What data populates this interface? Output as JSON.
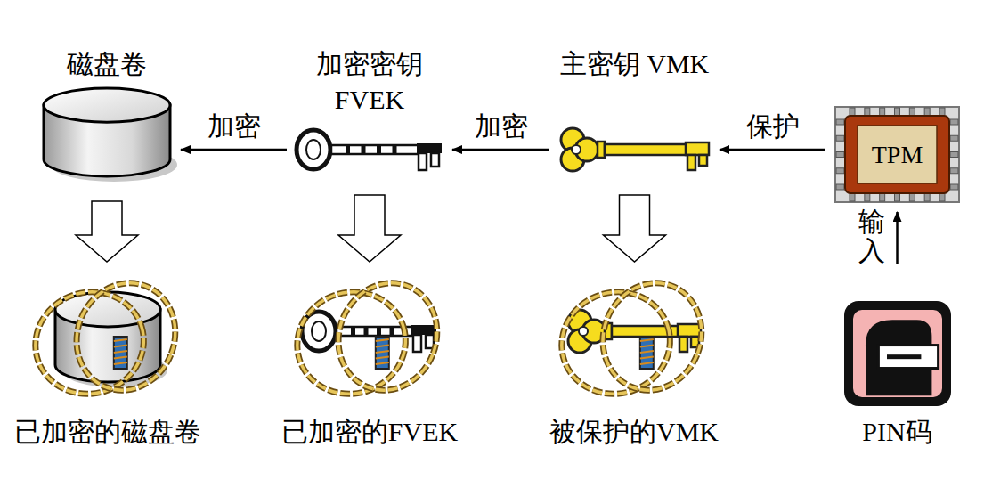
{
  "diagram": {
    "nodes": [
      {
        "text": [
          "磁盘卷"
        ]
      },
      {
        "text": [
          "加密密钥 FVEK"
        ]
      },
      {
        "text": [
          "主密钥 VMK"
        ]
      },
      {
        "text": [
          "TPM"
        ]
      },
      {
        "text": [
          "已加密的磁盘卷"
        ]
      },
      {
        "text": [
          "已加密的FVEK"
        ]
      },
      {
        "text": [
          "被保护的VMK"
        ]
      },
      {
        "text": [
          "PIN码"
        ]
      }
    ],
    "edges": [
      {
        "from": 1,
        "to": 0,
        "label": "加密",
        "arrow": "to"
      },
      {
        "from": 2,
        "to": 1,
        "label": "加密",
        "arrow": "to"
      },
      {
        "from": 3,
        "to": 2,
        "label": "保护",
        "arrow": "to"
      },
      {
        "from": 0,
        "to": 4,
        "arrow": "to"
      },
      {
        "from": 1,
        "to": 5,
        "arrow": "to"
      },
      {
        "from": 2,
        "to": 6,
        "arrow": "to"
      },
      {
        "from": 7,
        "to": 3,
        "label": "输入",
        "arrow": "to"
      }
    ]
  }
}
